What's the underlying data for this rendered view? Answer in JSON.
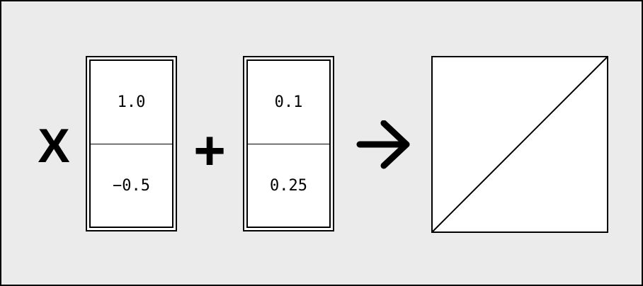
{
  "expression": {
    "operator_multiply": "X",
    "operator_add": "+",
    "vector_a": {
      "values": [
        "1.0",
        "−0.5"
      ]
    },
    "vector_b": {
      "values": [
        "0.1",
        "0.25"
      ]
    }
  },
  "result": {
    "icon": "diagonal-square-icon"
  },
  "icons": {
    "arrow": "arrow-right-icon"
  },
  "colors": {
    "background": "#ebebeb",
    "stroke": "#000000",
    "panel": "#ffffff"
  }
}
